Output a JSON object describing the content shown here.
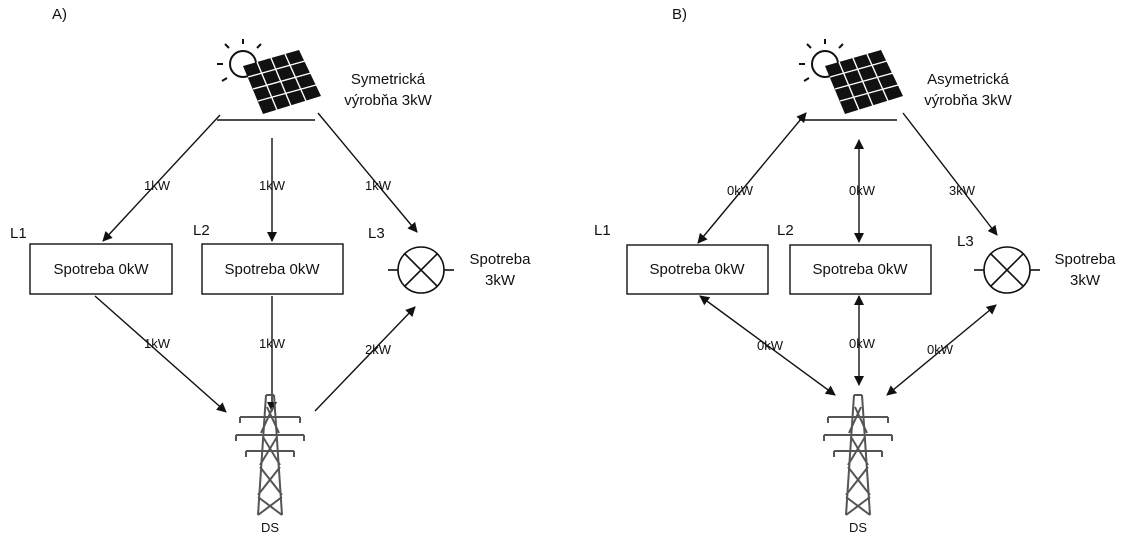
{
  "panel_a": {
    "label": "A)",
    "source_label": [
      "Symetrická",
      "výrobňa 3kW"
    ],
    "flows_top": [
      "1kW",
      "1kW",
      "1kW"
    ],
    "flows_bottom": [
      "1kW",
      "1kW",
      "2kW"
    ],
    "loads": [
      {
        "tag": "L1",
        "text": "Spotreba 0kW"
      },
      {
        "tag": "L2",
        "text": "Spotreba 0kW"
      },
      {
        "tag": "L3",
        "text": [
          "Spotreba",
          "3kW"
        ]
      }
    ],
    "grid_label": "DS"
  },
  "panel_b": {
    "label": "B)",
    "source_label": [
      "Asymetrická",
      "výrobňa 3kW"
    ],
    "flows_top": [
      "0kW",
      "0kW",
      "3kW"
    ],
    "flows_bottom": [
      "0kW",
      "0kW",
      "0kW"
    ],
    "loads": [
      {
        "tag": "L1",
        "text": "Spotreba 0kW"
      },
      {
        "tag": "L2",
        "text": "Spotreba 0kW"
      },
      {
        "tag": "L3",
        "text": [
          "Spotreba",
          "3kW"
        ]
      }
    ],
    "grid_label": "DS"
  },
  "icons": {
    "source": "solar-panel-with-sun-icon",
    "load3": "lamp-icon",
    "grid": "transmission-tower-icon"
  }
}
